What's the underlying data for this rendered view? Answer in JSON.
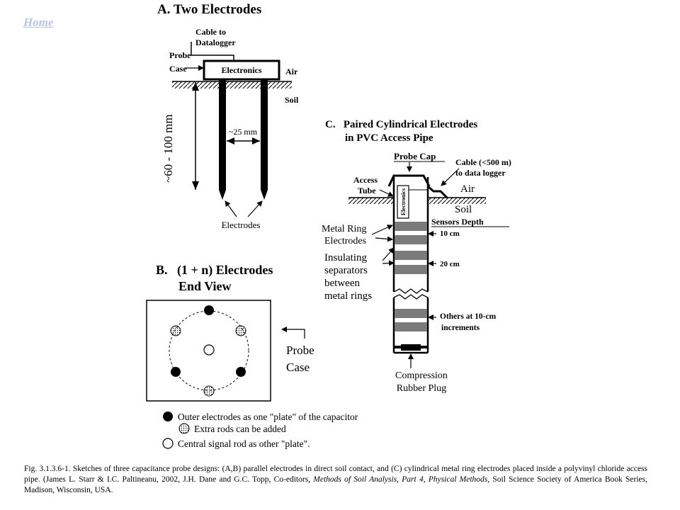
{
  "home_link": "Home",
  "panel_a": {
    "title": "A. Two Electrodes",
    "cable_line1": "Cable to",
    "cable_line2": "Datalogger",
    "probe_line1": "Probe",
    "probe_line2": "Case",
    "electronics": "Electronics",
    "air": "Air",
    "soil": "Soil",
    "depth": "~60 - 100 mm",
    "spacing": "~25 mm",
    "electrodes": "Electrodes"
  },
  "panel_b": {
    "title_line1": "B.   (1 + n) Electrodes",
    "title_line2": "End View",
    "probe_line1": "Probe",
    "probe_line2": "Case",
    "legend": [
      "Outer electrodes as one \"plate\" of the capacitor",
      "Extra rods can be added",
      "Central signal rod as other \"plate\"."
    ]
  },
  "panel_c": {
    "title_line1": "C.   Paired Cylindrical Electrodes",
    "title_line2": "in PVC Access Pipe",
    "probe_cap": "Probe Cap",
    "cable_line1": "Cable (<500 m)",
    "cable_line2": "to data logger",
    "access_line1": "Access",
    "access_line2": "Tube",
    "electronics": "Electronics",
    "air": "Air",
    "soil": "Soil",
    "metal_line1": "Metal Ring",
    "metal_line2": "Electrodes",
    "insulating": [
      "Insulating",
      "separators",
      "between",
      "metal rings"
    ],
    "sensors_depth": "Sensors Depth",
    "depth_10": "10 cm",
    "depth_20": "20 cm",
    "others_line1": "Others at 10-cm",
    "others_line2": "increments",
    "plug_line1": "Compression",
    "plug_line2": "Rubber Plug"
  },
  "caption": {
    "main": "Fig. 3.1.3.6-1. Sketches of three capacitance probe designs: (A,B) parallel electrodes in direct soil contact, and (C) cylindrical metal ring electrodes placed inside a polyvinyl chloride access pipe. (James L. Starr & I.C. Paltineanu, 2002, J.H. Dane and G.C. Topp, Co-editors, ",
    "book": "Methods of Soil Analysis, Part 4, Physical Methods,",
    "tail": " Soil Science Society of America Book Series, Madison, Wisconsin, USA."
  }
}
